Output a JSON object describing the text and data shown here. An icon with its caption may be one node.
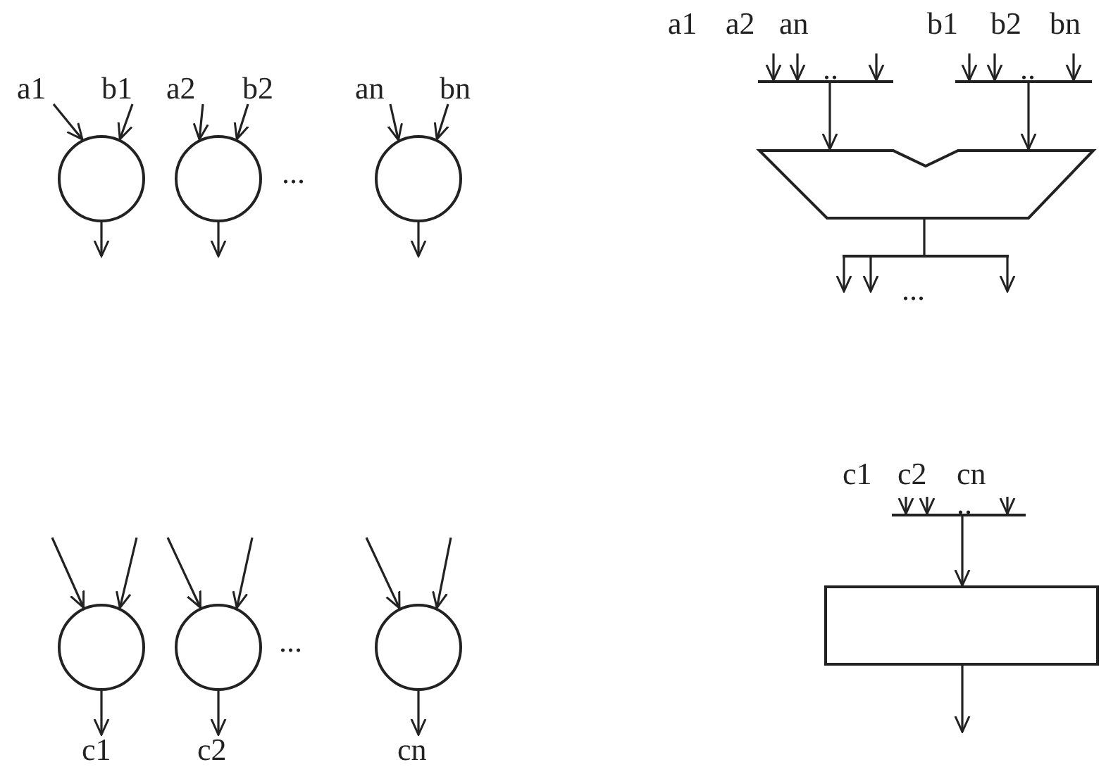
{
  "diagram": {
    "nodes": [
      {
        "text": [
          "a1"
        ]
      },
      {
        "text": [
          "b1"
        ]
      },
      {
        "text": [
          "a2"
        ]
      },
      {
        "text": [
          "b2"
        ]
      },
      {
        "text": [
          "an"
        ]
      },
      {
        "text": [
          "bn"
        ]
      },
      {
        "text": [],
        "shape": "circle"
      },
      {
        "text": [],
        "shape": "circle"
      },
      {
        "text": [],
        "shape": "circle"
      },
      {
        "text": [],
        "shape": "bar"
      },
      {
        "text": [],
        "shape": "bar"
      },
      {
        "text": [],
        "shape": "trapezoid"
      },
      {
        "text": [],
        "shape": "bar"
      },
      {
        "text": [],
        "shape": "circle"
      },
      {
        "text": [],
        "shape": "circle"
      },
      {
        "text": [],
        "shape": "circle"
      },
      {
        "text": [],
        "shape": "bar"
      },
      {
        "text": [],
        "shape": "box"
      },
      {
        "text": [
          "c1"
        ]
      },
      {
        "text": [
          "c2"
        ]
      },
      {
        "text": [
          "cn"
        ]
      }
    ],
    "edges": [
      {
        "from": 0,
        "to": 6,
        "arrow": "to"
      },
      {
        "from": 1,
        "to": 6,
        "arrow": "to"
      },
      {
        "from": 2,
        "to": 7,
        "arrow": "to"
      },
      {
        "from": 3,
        "to": 7,
        "arrow": "to"
      },
      {
        "from": 4,
        "to": 8,
        "arrow": "to"
      },
      {
        "from": 5,
        "to": 8,
        "arrow": "to"
      },
      {
        "from": 6,
        "to": null,
        "arrow": "to"
      },
      {
        "from": 7,
        "to": null,
        "arrow": "to"
      },
      {
        "from": 8,
        "to": null,
        "arrow": "to"
      },
      {
        "from": null,
        "to": 9,
        "arrow": "to"
      },
      {
        "from": null,
        "to": 9,
        "arrow": "to"
      },
      {
        "from": null,
        "to": 9,
        "arrow": "to"
      },
      {
        "from": null,
        "to": 10,
        "arrow": "to"
      },
      {
        "from": null,
        "to": 10,
        "arrow": "to"
      },
      {
        "from": null,
        "to": 10,
        "arrow": "to"
      },
      {
        "from": 9,
        "to": 11,
        "arrow": "to"
      },
      {
        "from": 10,
        "to": 11,
        "arrow": "to"
      },
      {
        "from": 11,
        "to": 12,
        "arrow": "none"
      },
      {
        "from": 12,
        "to": null,
        "arrow": "to"
      },
      {
        "from": 12,
        "to": null,
        "arrow": "to"
      },
      {
        "from": 12,
        "to": null,
        "arrow": "to"
      },
      {
        "from": null,
        "to": 13,
        "arrow": "to"
      },
      {
        "from": null,
        "to": 13,
        "arrow": "to"
      },
      {
        "from": null,
        "to": 14,
        "arrow": "to"
      },
      {
        "from": null,
        "to": 14,
        "arrow": "to"
      },
      {
        "from": null,
        "to": 15,
        "arrow": "to"
      },
      {
        "from": null,
        "to": 15,
        "arrow": "to"
      },
      {
        "from": 13,
        "to": 18,
        "arrow": "to"
      },
      {
        "from": 14,
        "to": 19,
        "arrow": "to"
      },
      {
        "from": 15,
        "to": 20,
        "arrow": "to"
      },
      {
        "from": null,
        "to": 16,
        "arrow": "to"
      },
      {
        "from": null,
        "to": 16,
        "arrow": "to"
      },
      {
        "from": null,
        "to": 16,
        "arrow": "to"
      },
      {
        "from": 16,
        "to": 17,
        "arrow": "to"
      },
      {
        "from": 17,
        "to": null,
        "arrow": "to"
      }
    ],
    "labels": [
      "a1",
      "a2",
      "an",
      "b1",
      "b2",
      "bn",
      "..",
      "..",
      "...",
      "...",
      "..",
      "...",
      "c1",
      "c2",
      "cn"
    ]
  }
}
